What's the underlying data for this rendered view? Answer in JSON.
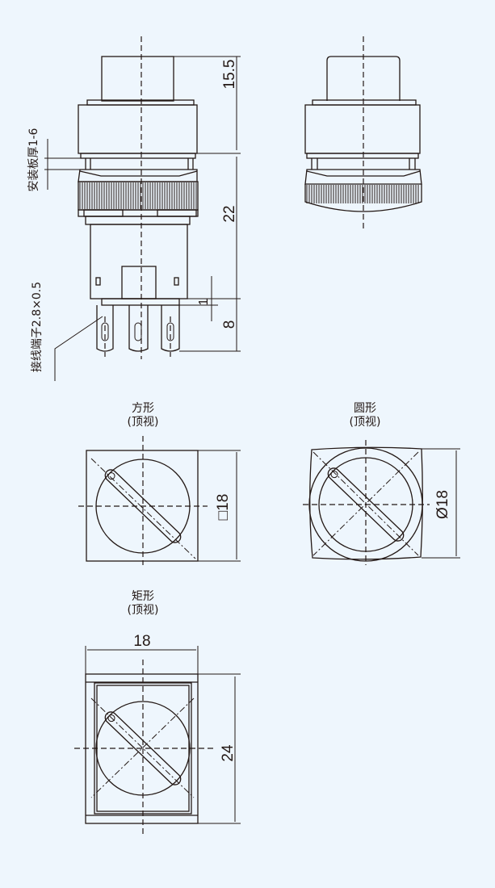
{
  "colors": {
    "background": "#eef6fd",
    "line": "#231815"
  },
  "side_view": {
    "dim_cap": "15.5",
    "dim_body": "22",
    "dim_pin": "8",
    "dim_gap": "1",
    "label_panel": "安装板厚1-6",
    "label_terminal": "接线端子2.8×0.5"
  },
  "square_top": {
    "title": "方形",
    "subtitle": "(顶视)",
    "dim": "□18"
  },
  "round_top": {
    "title": "圆形",
    "subtitle": "(顶视)",
    "dim": "Ø18"
  },
  "rect_top": {
    "title": "矩形",
    "subtitle": "(顶视)",
    "dim_width": "18",
    "dim_height": "24"
  }
}
